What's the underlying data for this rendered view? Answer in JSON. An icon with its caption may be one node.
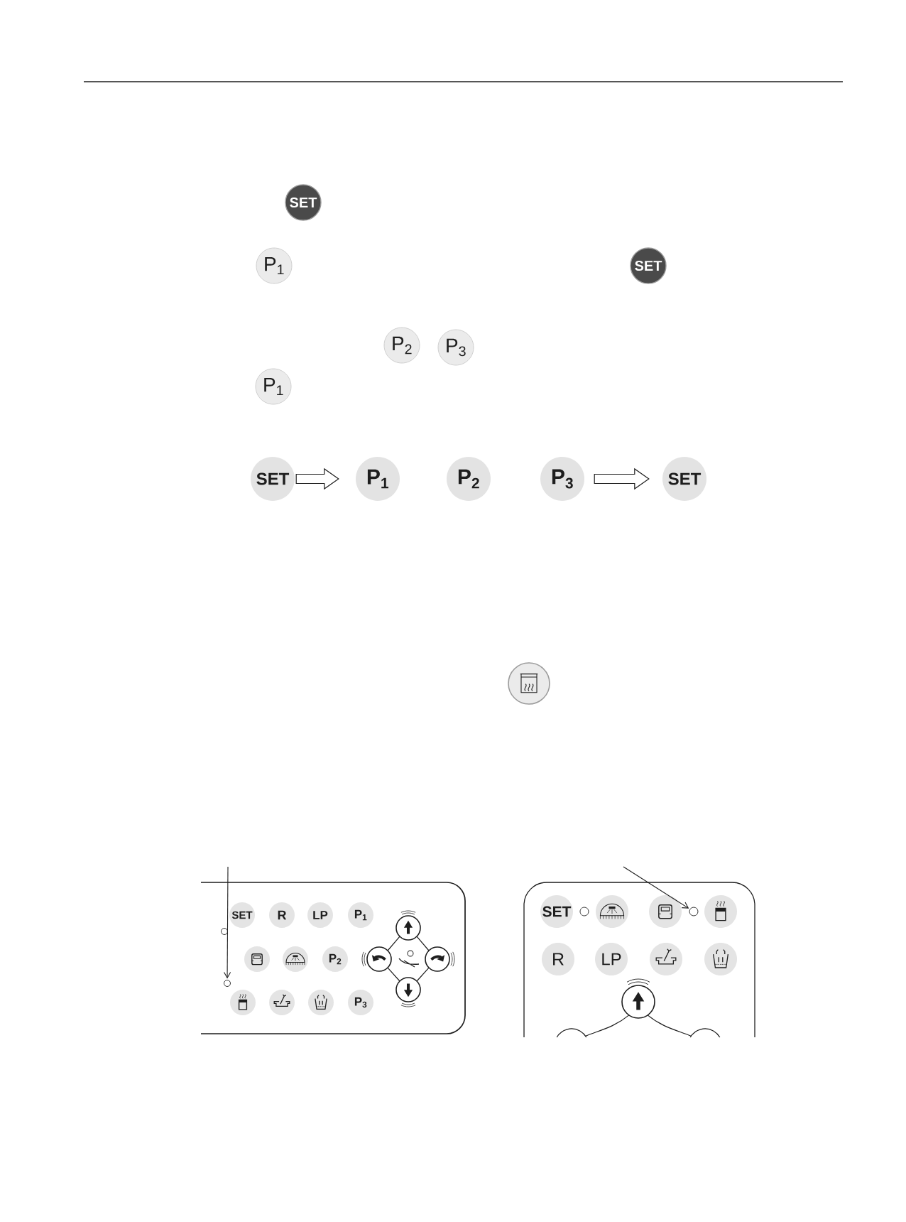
{
  "diagram": {
    "nodes": [
      {
        "text": [
          "SET"
        ]
      },
      {
        "text": [
          "P$_{1}$"
        ]
      },
      {
        "text": [
          "SET"
        ]
      },
      {
        "text": [
          "P$_{2}$"
        ]
      },
      {
        "text": [
          "P$_{3}$"
        ]
      },
      {
        "text": [
          "P$_{1}$"
        ]
      },
      {
        "text": [
          "SET"
        ]
      },
      {
        "text": [
          "P$_{1}$"
        ]
      },
      {
        "text": [
          "P$_{2}$"
        ]
      },
      {
        "text": [
          "P$_{3}$"
        ]
      },
      {
        "text": [
          "SET"
        ]
      },
      {
        "text": [],
        "shape": "circle"
      },
      {
        "text": [],
        "shape": "box"
      },
      {
        "text": [
          "SET"
        ],
        "in": 12
      },
      {
        "text": [
          "R"
        ],
        "in": 12
      },
      {
        "text": [
          "LP"
        ],
        "in": 12
      },
      {
        "text": [
          "P$_{1}$"
        ],
        "in": 12
      },
      {
        "text": [],
        "shape": "circle",
        "in": 12
      },
      {
        "text": [],
        "shape": "circle",
        "in": 12
      },
      {
        "text": [],
        "shape": "circle",
        "in": 12
      },
      {
        "text": [
          "P$_{2}$"
        ],
        "in": 12
      },
      {
        "text": [],
        "shape": "circle",
        "in": 12
      },
      {
        "text": [],
        "shape": "circle",
        "in": 12
      },
      {
        "text": [],
        "shape": "circle",
        "in": 12
      },
      {
        "text": [],
        "shape": "circle",
        "in": 12
      },
      {
        "text": [
          "P$_{3}$"
        ],
        "in": 12
      },
      {
        "text": [],
        "shape": "box"
      },
      {
        "text": [
          "SET"
        ],
        "in": 26
      },
      {
        "text": [],
        "shape": "circle",
        "in": 26
      },
      {
        "text": [],
        "shape": "circle",
        "in": 26
      },
      {
        "text": [],
        "shape": "circle",
        "in": 26
      },
      {
        "text": [],
        "shape": "circle",
        "in": 26
      },
      {
        "text": [],
        "shape": "circle",
        "in": 26
      },
      {
        "text": [
          "R"
        ],
        "in": 26
      },
      {
        "text": [
          "LP"
        ],
        "in": 26
      },
      {
        "text": [],
        "shape": "circle",
        "in": 26
      },
      {
        "text": [],
        "shape": "circle",
        "in": 26
      }
    ],
    "edges": [
      {
        "from": 6,
        "to": 7,
        "arrow": "to"
      },
      {
        "from": 9,
        "to": 10,
        "arrow": "to"
      },
      {
        "from": null,
        "to": 21,
        "arrow": "to"
      },
      {
        "from": null,
        "to": 31,
        "arrow": "to"
      }
    ]
  }
}
